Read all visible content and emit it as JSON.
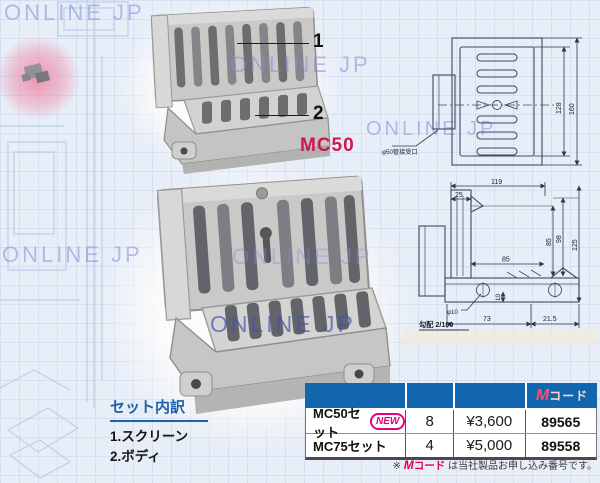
{
  "watermark": {
    "text": "ONLINE JP"
  },
  "product": {
    "model_label": "MC50",
    "callout_1": "1",
    "callout_2": "2"
  },
  "set_contents": {
    "title": "セット内訳",
    "item_1": "1.スクリーン",
    "item_2": "2.ボディ"
  },
  "drawing_top": {
    "pipe_label": "φ50管接受口",
    "dim_inner_height": "128",
    "dim_outer_height": "160"
  },
  "drawing_side": {
    "dim_width": "119",
    "dim_25": "25",
    "dim_85_v": "85",
    "dim_98": "98",
    "dim_125": "125",
    "dim_85_h": "85",
    "dim_10": "10",
    "dim_phi10": "φ10",
    "dim_73": "73",
    "dim_21_5": "21.5",
    "slope_label": "勾配 2/100"
  },
  "table": {
    "header": {
      "mcode_m": "M",
      "mcode_rest": "コード"
    },
    "rows": [
      {
        "name": "MC50セット",
        "new_badge": "NEW",
        "qty": "8",
        "price": "¥3,600",
        "mcode": "89565"
      },
      {
        "name": "MC75セット",
        "qty": "4",
        "price": "¥5,000",
        "mcode": "89558"
      }
    ],
    "footnote": {
      "prefix": "※ ",
      "mcode_m": "M",
      "mcode_rest": "コード",
      "text": " は当社製品お申し込み番号です。"
    }
  },
  "colors": {
    "table_header_blue": "#1266ae",
    "model_red": "#c81a50",
    "mcode_magenta": "#e0004d",
    "new_badge_pink": "#e6007e",
    "set_title_blue": "#1b62a8",
    "watermark_purple": "#878ad8"
  }
}
